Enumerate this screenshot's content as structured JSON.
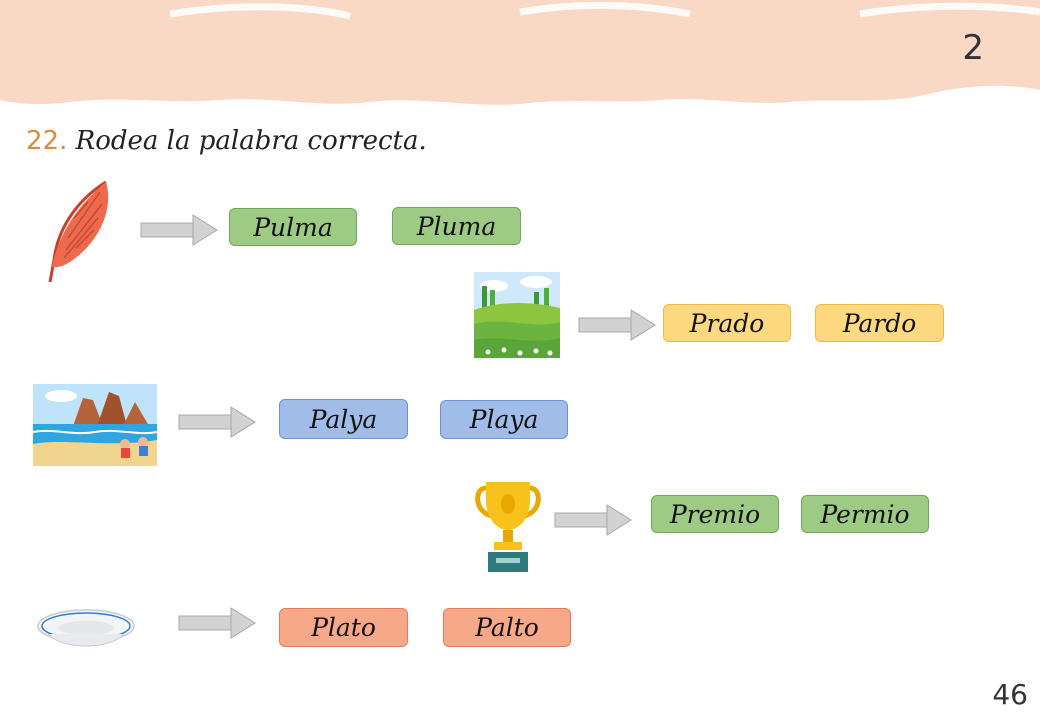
{
  "header": {
    "unit_number": "2",
    "banner_color": "#f9d9c6"
  },
  "exercise": {
    "number": "22.",
    "instruction": "Rodea la palabra correcta.",
    "number_color": "#e0883a"
  },
  "items": [
    {
      "picture": "feather-icon",
      "options": [
        "Pulma",
        "Pluma"
      ],
      "box_color": "#9dcb84"
    },
    {
      "picture": "meadow-image",
      "options": [
        "Prado",
        "Pardo"
      ],
      "box_color": "#ffd97f"
    },
    {
      "picture": "beach-image",
      "options": [
        "Palya",
        "Playa"
      ],
      "box_color": "#9fbde8"
    },
    {
      "picture": "trophy-icon",
      "options": [
        "Premio",
        "Permio"
      ],
      "box_color": "#9dcb84"
    },
    {
      "picture": "plate-icon",
      "options": [
        "Plato",
        "Palto"
      ],
      "box_color": "#f7a888"
    }
  ],
  "footer": {
    "page_number": "46"
  }
}
